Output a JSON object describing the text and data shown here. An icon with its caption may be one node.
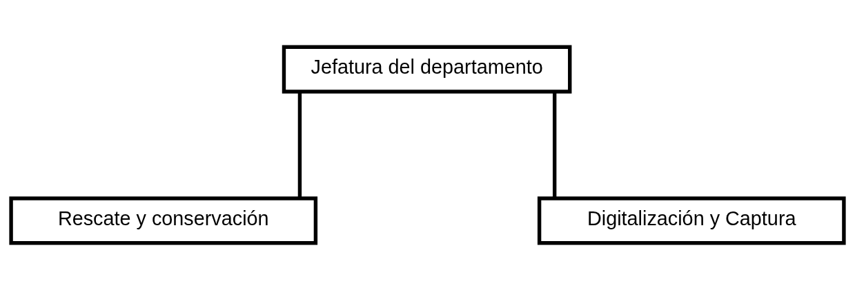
{
  "diagram": {
    "nodes": [
      {
        "text": [
          "Jefatura del departamento"
        ]
      },
      {
        "text": [
          "Rescate y conservación"
        ]
      },
      {
        "text": [
          "Digitalización y Captura"
        ]
      }
    ],
    "edges": [
      {
        "from": 0,
        "to": 1,
        "arrow": "none"
      },
      {
        "from": 0,
        "to": 2,
        "arrow": "none"
      }
    ]
  }
}
